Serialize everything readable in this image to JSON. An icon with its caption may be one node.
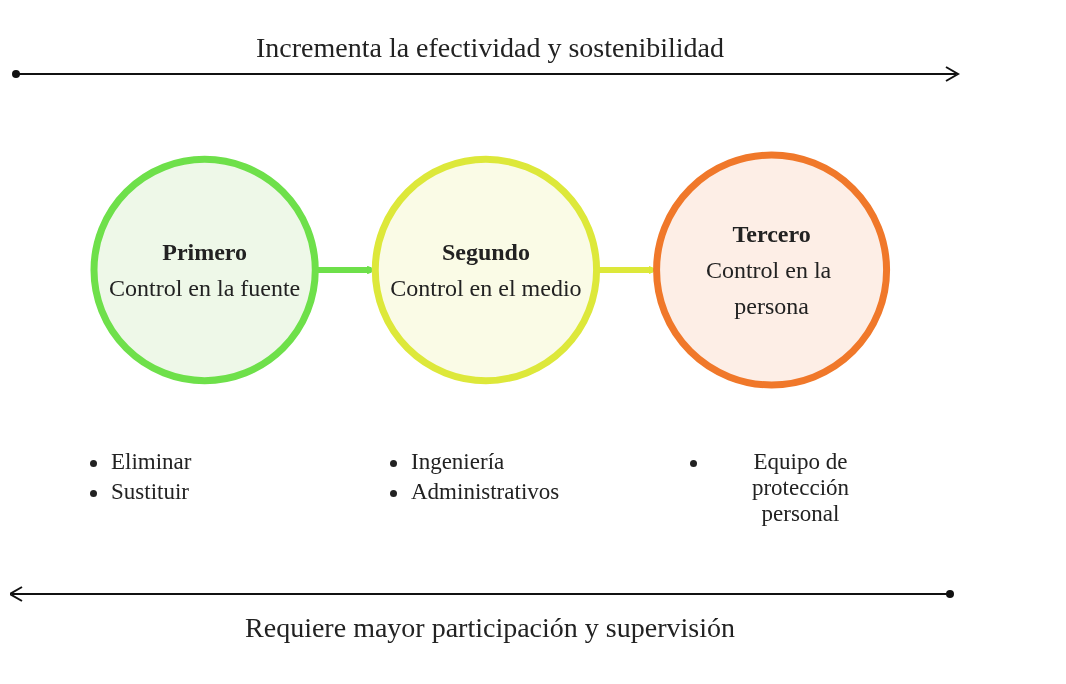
{
  "diagram": {
    "nodes": [
      {
        "text": [
          "Primero",
          "Control en la fuente"
        ],
        "beside": [
          "Eliminar",
          "Sustituir"
        ]
      },
      {
        "text": [
          "Segundo",
          "Control en el medio"
        ],
        "beside": [
          "Ingeniería",
          "Administrativos"
        ]
      },
      {
        "text": [
          "Tercero",
          "Control en la persona"
        ],
        "beside": [
          "Equipo de protección personal"
        ]
      }
    ],
    "edges": [
      {
        "from": 0,
        "to": 1,
        "arrow": "to",
        "color": "#6ee04a"
      },
      {
        "from": 1,
        "to": 2,
        "arrow": "to",
        "color": "#dde83a"
      }
    ],
    "labels": [
      "Incrementa la efectividad y sostenibilidad",
      "Requiere mayor participación y supervisión"
    ]
  }
}
